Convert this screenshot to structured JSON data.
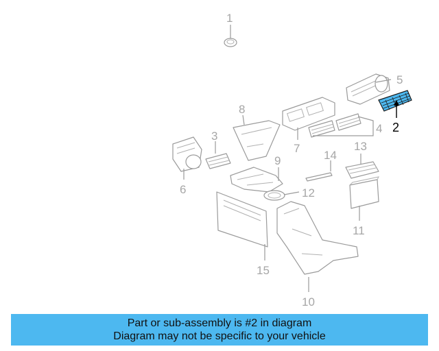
{
  "diagram": {
    "callouts": [
      "1",
      "2",
      "3",
      "4",
      "5",
      "6",
      "7",
      "8",
      "9",
      "10",
      "11",
      "12",
      "13",
      "14",
      "15"
    ],
    "highlighted_part": "2"
  },
  "banner": {
    "line1": "Part or sub-assembly is #2 in diagram",
    "line2": "Diagram may not be specific to your vehicle"
  },
  "colors": {
    "banner_background": "#4db8f0",
    "highlight_part_fill": "#4db8f0",
    "line_art": "#9a9a9a",
    "label_gray": "#a6a6a6",
    "label_highlight": "#000000"
  }
}
